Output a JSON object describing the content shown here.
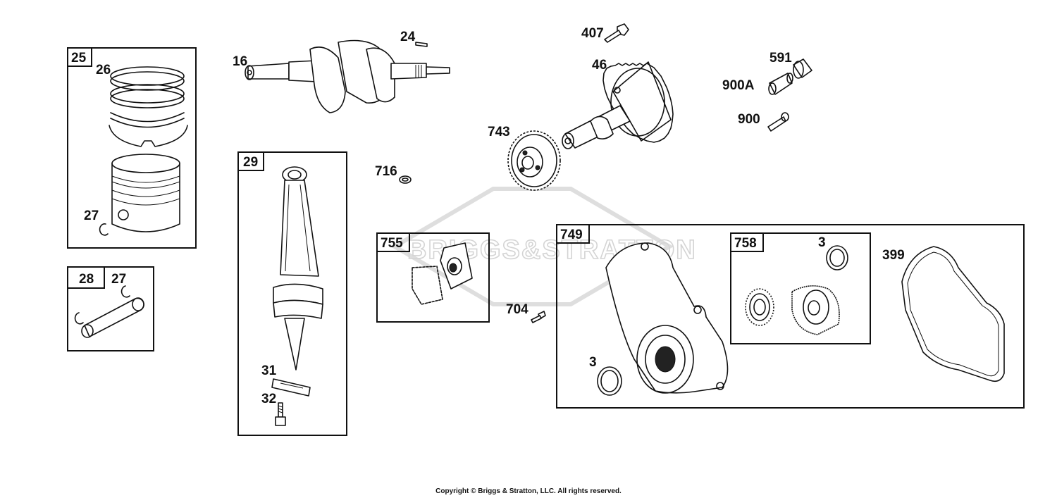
{
  "watermark": {
    "text": "BRIGGS&STRATTON"
  },
  "groups": [
    {
      "id": "25",
      "name": "piston-group"
    },
    {
      "id": "28",
      "name": "piston-pin-group"
    },
    {
      "id": "29",
      "name": "connecting-rod-group"
    },
    {
      "id": "755",
      "name": "bearing-cover-group"
    },
    {
      "id": "749",
      "name": "crankcase-cover-group"
    },
    {
      "id": "758",
      "name": "governor-group"
    }
  ],
  "parts": {
    "p26": "26",
    "p27a": "27",
    "p27b": "27",
    "p16": "16",
    "p24": "24",
    "p407": "407",
    "p46": "46",
    "p591": "591",
    "p900A": "900A",
    "p900": "900",
    "p743": "743",
    "p716": "716",
    "p31": "31",
    "p32": "32",
    "p704": "704",
    "p3a": "3",
    "p3b": "3",
    "p399": "399"
  },
  "footer": {
    "copyright": "Copyright © Briggs & Stratton, LLC. All rights reserved."
  }
}
